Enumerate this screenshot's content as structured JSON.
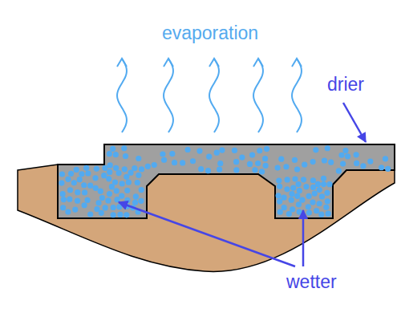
{
  "diagram": {
    "labels": [
      "evaporation",
      "drier",
      "wetter"
    ]
  }
}
